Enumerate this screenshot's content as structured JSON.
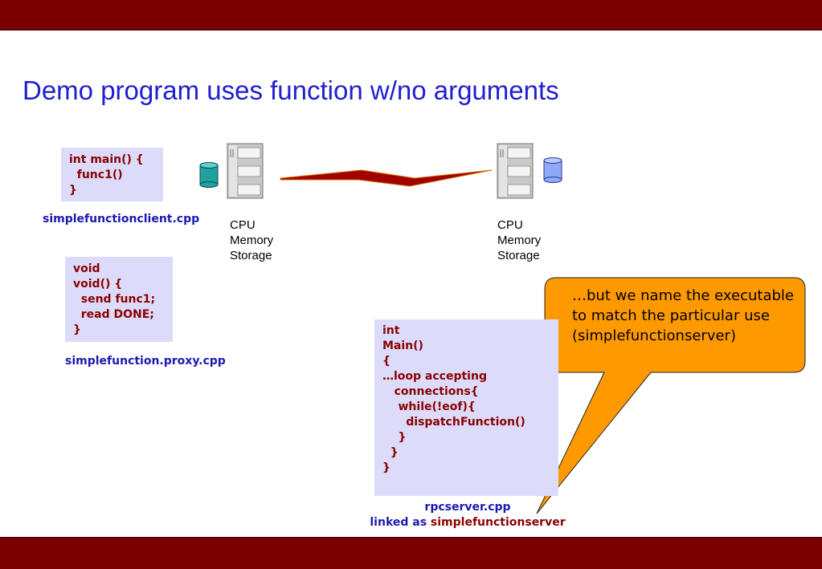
{
  "title": "Demo program uses function w/no arguments",
  "client": {
    "code_lines": [
      "int main() {",
      "  func1()",
      "}"
    ],
    "filename": "simplefunctionclient.cpp",
    "specs": [
      "CPU",
      "Memory",
      "Storage"
    ]
  },
  "proxy": {
    "code_lines": [
      "void",
      "void() {",
      "  send func1;",
      "  read DONE;",
      "}"
    ],
    "filename": "simplefunction.proxy.cpp"
  },
  "server": {
    "specs": [
      "CPU",
      "Memory",
      "Storage"
    ],
    "code_lines": [
      "int",
      "Main()",
      "{",
      "…loop accepting",
      "   connections{",
      "    while(!eof){",
      "      dispatchFunction()",
      "    }",
      "  }",
      "}"
    ],
    "caption_line1": "rpcserver.cpp",
    "caption_line2_prefix": "linked as",
    "caption_line2_highlight": "simplefunctionserver"
  },
  "callout": {
    "text": "…but we name the executable to match the particular use (simplefunctionserver)"
  },
  "colors": {
    "bar": "#7a0000",
    "title": "#1f1fd0",
    "code_bg": "#dcdcfa",
    "code_text": "#8b0000",
    "filename_text": "#1a1ab0",
    "callout_fill": "#ff9900",
    "client_db": "#20a0a0",
    "server_db": "#8fa8f8",
    "link": "#a00000"
  },
  "icons": {
    "client_server": "server-tower-icon",
    "client_db": "database-cylinder-icon",
    "server_server": "server-tower-icon",
    "server_db": "database-cylinder-icon",
    "link": "network-link-icon"
  }
}
